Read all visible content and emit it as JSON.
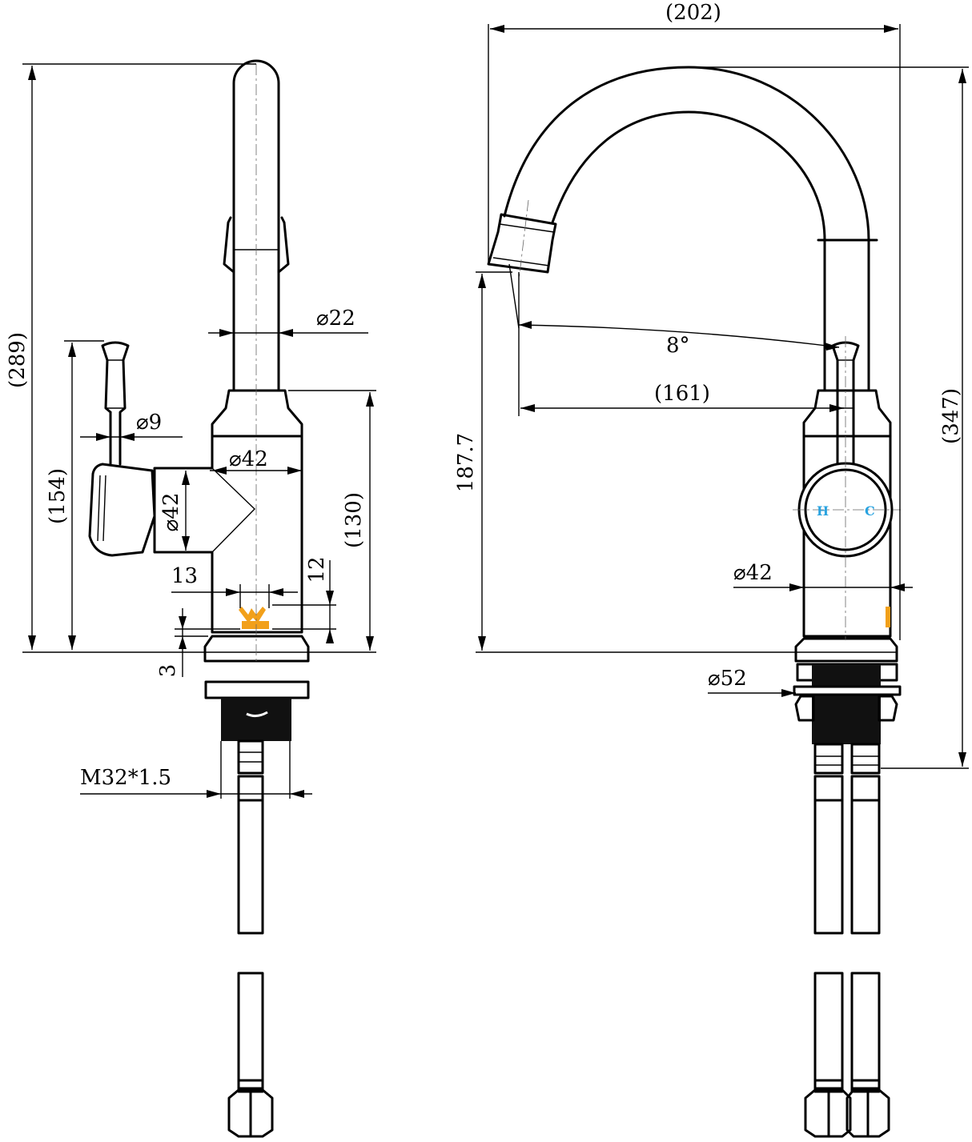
{
  "side_view": {
    "dim_overall_height": "(289)",
    "dim_spout_diameter": "⌀22",
    "dim_handle_diameter": "⌀9",
    "dim_body_diameter": "⌀42",
    "dim_handle_boss_diameter": "⌀42",
    "dim_handle_height": "(154)",
    "dim_body_height": "(130)",
    "dim_13": "13",
    "dim_12": "12",
    "dim_3": "3",
    "dim_thread": "M32*1.5"
  },
  "front_view": {
    "dim_reach": "(202)",
    "dim_angle": "8°",
    "dim_outlet": "(161)",
    "dim_outlet_height": "187.7",
    "dim_total_height": "(347)",
    "dim_body_diameter": "⌀42",
    "dim_base_diameter": "⌀52",
    "label_hot": "H",
    "label_cold": "C"
  },
  "colors": {
    "line": "#000000",
    "logo": "#f2a01a",
    "hot_cold_label": "#29a3e0"
  }
}
